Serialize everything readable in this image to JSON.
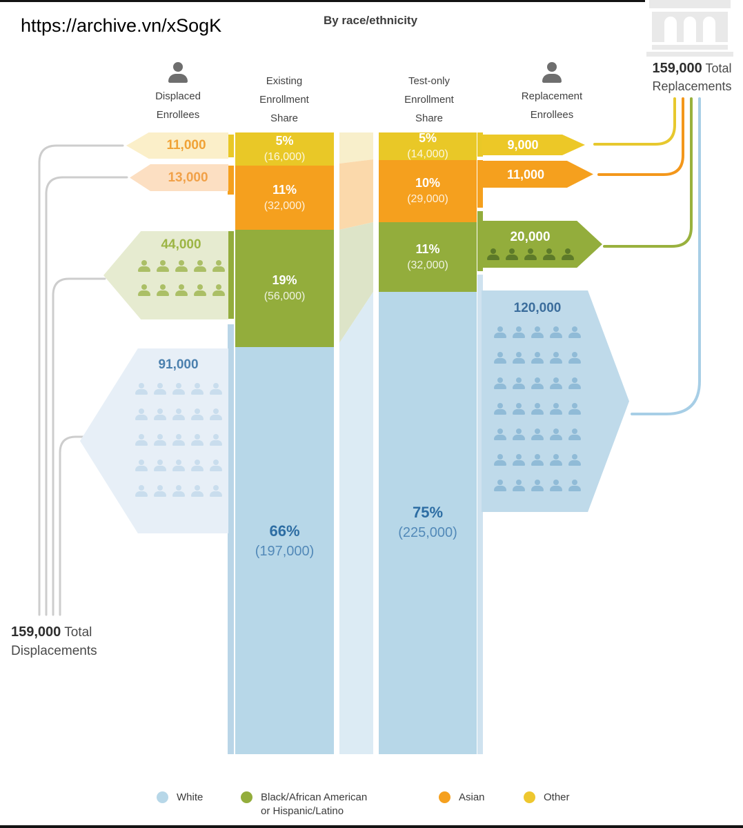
{
  "overlay": {
    "url": "https://archive.vn/xSogK"
  },
  "title": "By race/ethnicity",
  "totals": {
    "replacements": {
      "value": "159,000",
      "word": "Total",
      "line2": "Replacements"
    },
    "displacements": {
      "value": "159,000",
      "word": "Total",
      "line2": "Displacements"
    }
  },
  "headers": {
    "displaced": "Displaced\nEnrollees",
    "existing": "Existing\nEnrollment\nShare",
    "testonly": "Test-only\nEnrollment\nShare",
    "replacement": "Replacement\nEnrollees"
  },
  "displaced_arrows": {
    "other": {
      "value": "11,000"
    },
    "asian": {
      "value": "13,000"
    },
    "black_hispanic": {
      "value": "44,000",
      "pictogram": {
        "rows": 2,
        "cols": 5
      }
    },
    "white": {
      "value": "91,000",
      "pictogram": {
        "rows": 5,
        "cols": 5
      }
    }
  },
  "existing": {
    "segments": {
      "other": {
        "pct": "5%",
        "count": "(16,000)"
      },
      "asian": {
        "pct": "11%",
        "count": "(32,000)"
      },
      "black_hispanic": {
        "pct": "19%",
        "count": "(56,000)"
      },
      "white": {
        "pct": "66%",
        "count": "(197,000)"
      }
    }
  },
  "testonly": {
    "segments": {
      "other": {
        "pct": "5%",
        "count": "(14,000)"
      },
      "asian": {
        "pct": "10%",
        "count": "(29,000)"
      },
      "black_hispanic": {
        "pct": "11%",
        "count": "(32,000)"
      },
      "white": {
        "pct": "75%",
        "count": "(225,000)"
      }
    }
  },
  "replacement_arrows": {
    "other": {
      "value": "9,000"
    },
    "asian": {
      "value": "11,000"
    },
    "black_hispanic": {
      "value": "20,000",
      "pictogram": {
        "rows": 1,
        "cols": 5
      }
    },
    "white": {
      "value": "120,000",
      "pictogram": {
        "rows": 7,
        "cols": 5
      }
    }
  },
  "legend": {
    "white": {
      "label": "White",
      "color": "#b7d7e8"
    },
    "black_hispanic": {
      "label": "Black/African American\nor Hispanic/Latino",
      "color": "#93ad3c"
    },
    "asian": {
      "label": "Asian",
      "color": "#f5a01e"
    },
    "other": {
      "label": "Other",
      "color": "#eec72f"
    }
  },
  "colors": {
    "other": "#e9c827",
    "asian": "#f5a01e",
    "black_hispanic": "#93ad3c",
    "white": "#b7d7e8",
    "pale_other": "#f8efcb",
    "pale_asian": "#fbd9ab",
    "pale_black_hispanic": "#dde4c8",
    "pale_white": "#dcebf4",
    "flow_gray": "#cdcdcd",
    "bank_gray": "#e9e9e9"
  },
  "chart_data": {
    "type": "sankey",
    "title": "By race/ethnicity",
    "categories": [
      "Other",
      "Asian",
      "Black/African American or Hispanic/Latino",
      "White"
    ],
    "totals": {
      "displacements": 159000,
      "replacements": 159000
    },
    "displaced_enrollees": [
      11000,
      13000,
      44000,
      91000
    ],
    "existing_enrollment_share_pct": [
      5,
      11,
      19,
      66
    ],
    "existing_enrollment_share_count": [
      16000,
      32000,
      56000,
      197000
    ],
    "test_only_enrollment_share_pct": [
      5,
      10,
      11,
      75
    ],
    "test_only_enrollment_share_count": [
      14000,
      29000,
      32000,
      225000
    ],
    "replacement_enrollees": [
      9000,
      11000,
      20000,
      120000
    ],
    "legend": [
      "White",
      "Black/African American or Hispanic/Latino",
      "Asian",
      "Other"
    ],
    "legend_position": "bottom",
    "notes": "Flow diagram: displaced enrollees (left, gray lines to 159,000 Total Displacements) feed Existing Enrollment Share column; Test-only Enrollment Share column feeds replacement enrollees (right, colored lines to 159,000 Total Replacements bank icon)."
  }
}
